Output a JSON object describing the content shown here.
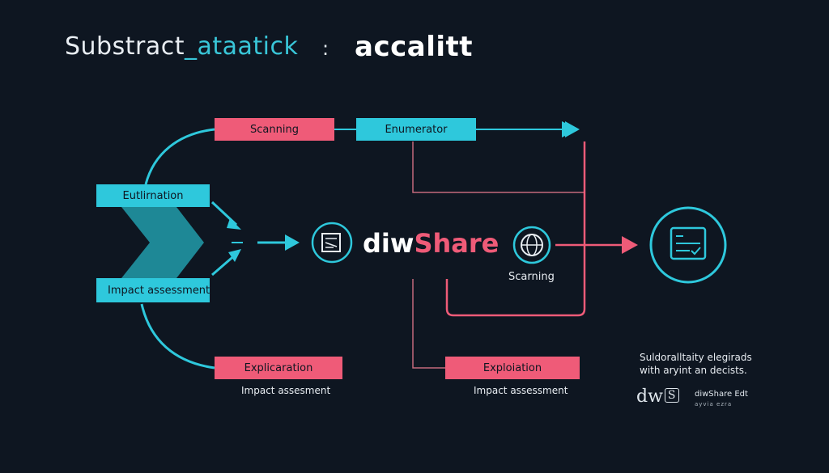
{
  "header": {
    "title_part1": "Substract",
    "title_part2": "_ataatick",
    "separator": ":",
    "title_right": "accalitt"
  },
  "boxes": {
    "scanning_top": "Scanning",
    "enumerator": "Enumerator",
    "eutilization": "Eutlirnation",
    "impact_assessment_left": "Impact assessment",
    "explication": "Explicaration",
    "exploitation": "Exploiation"
  },
  "center": {
    "brand_part1": "diw",
    "brand_part2": "Share",
    "scanning_label": "Scarning"
  },
  "captions": {
    "impact_bottom_left": "Impact assesment",
    "impact_bottom_right": "Impact assessment"
  },
  "note": {
    "line1": "Suldoralltaity elegirads",
    "line2": "with aryint an decists."
  },
  "logo": {
    "mark": "dw",
    "mark_box": "S",
    "name": "diwShare Edt",
    "sub": "ayvia  ezra"
  },
  "colors": {
    "background": "#0e1621",
    "cyan": "#2ec8dc",
    "pink": "#ef5b78"
  },
  "icons": {
    "center_left": "server-cube-icon",
    "center_right": "globe-icon",
    "far_right": "document-check-icon",
    "left_chevron": "chevron-right-icon"
  }
}
